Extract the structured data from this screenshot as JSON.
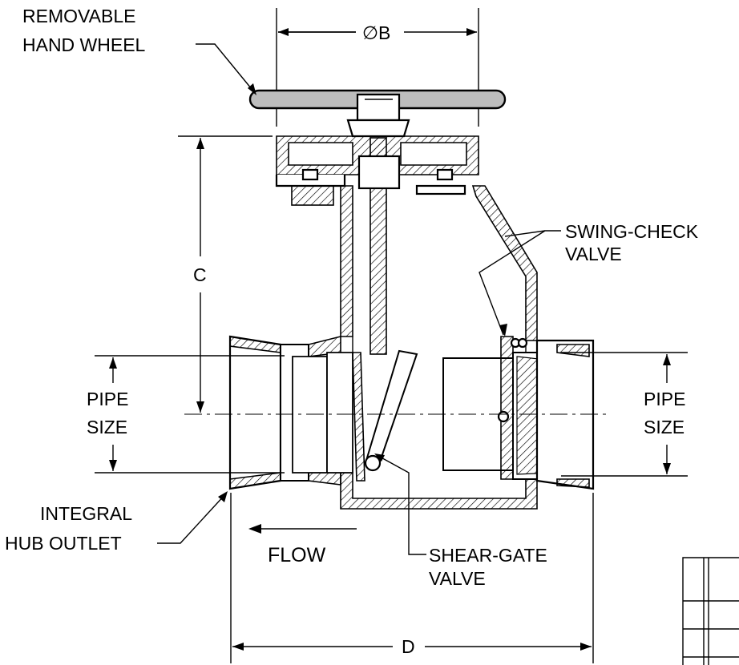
{
  "labels": {
    "hand_wheel_1": "REMOVABLE",
    "hand_wheel_2": "HAND WHEEL",
    "dim_b": "∅B",
    "swing_check_1": "SWING-CHECK",
    "swing_check_2": "VALVE",
    "dim_c": "C",
    "pipe_size_left_1": "PIPE",
    "pipe_size_left_2": "SIZE",
    "pipe_size_right_1": "PIPE",
    "pipe_size_right_2": "SIZE",
    "integral_1": "INTEGRAL",
    "integral_2": "HUB OUTLET",
    "flow": "FLOW",
    "shear_gate_1": "SHEAR-GATE",
    "shear_gate_2": "VALVE",
    "dim_d": "D"
  }
}
